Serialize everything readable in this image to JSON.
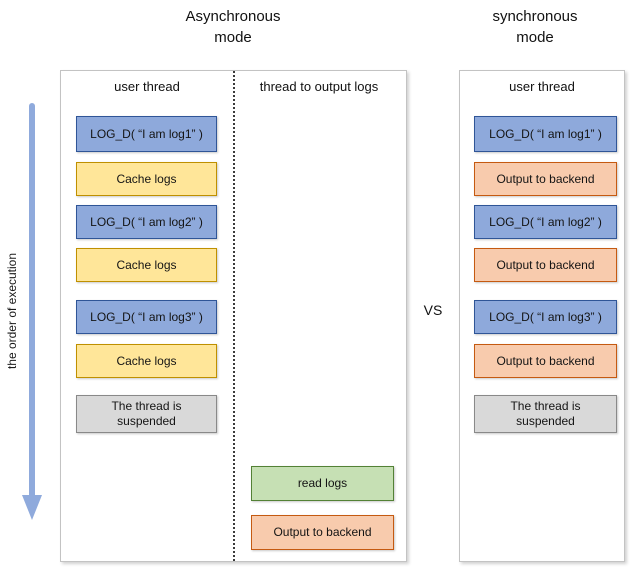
{
  "titles": {
    "async": "Asynchronous\nmode",
    "sync": "synchronous\nmode"
  },
  "vs_label": "VS",
  "execution_arrow_label": "the order of execution",
  "colors": {
    "arrow": "#8faadc",
    "log_call_fill": "#8ea9db",
    "log_call_border": "#2f5597",
    "cache_fill": "#ffe699",
    "cache_border": "#bf9000",
    "output_fill": "#f8cbad",
    "output_border": "#c55a11",
    "read_fill": "#c6e0b4",
    "read_border": "#538135",
    "suspend_fill": "#d9d9d9",
    "suspend_border": "#898989"
  },
  "async_panel": {
    "user_thread_header": "user thread",
    "output_thread_header": "thread to output logs",
    "user_thread_boxes": [
      {
        "label": "LOG_D( “I am log1” )",
        "type": "log-call"
      },
      {
        "label": "Cache logs",
        "type": "cache"
      },
      {
        "label": "LOG_D( “I am log2” )",
        "type": "log-call"
      },
      {
        "label": "Cache logs",
        "type": "cache"
      },
      {
        "label": "LOG_D( “I am log3” )",
        "type": "log-call"
      },
      {
        "label": "Cache logs",
        "type": "cache"
      },
      {
        "label": "The thread is suspended",
        "type": "suspended"
      }
    ],
    "output_thread_boxes": [
      {
        "label": "read logs",
        "type": "read"
      },
      {
        "label": "Output to backend",
        "type": "output"
      }
    ]
  },
  "sync_panel": {
    "user_thread_header": "user thread",
    "user_thread_boxes": [
      {
        "label": "LOG_D( “I am log1” )",
        "type": "log-call"
      },
      {
        "label": "Output to backend",
        "type": "output"
      },
      {
        "label": "LOG_D( “I am log2” )",
        "type": "log-call"
      },
      {
        "label": "Output to backend",
        "type": "output"
      },
      {
        "label": "LOG_D( “I am log3” )",
        "type": "log-call"
      },
      {
        "label": "Output to backend",
        "type": "output"
      },
      {
        "label": "The thread is suspended",
        "type": "suspended"
      }
    ]
  }
}
